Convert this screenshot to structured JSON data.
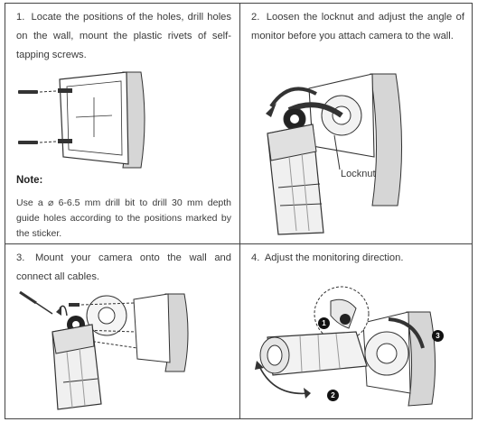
{
  "steps": [
    {
      "number": "1.",
      "text": "Locate the positions of the holes, drill holes on the wall, mount the plastic rivets of self-tapping screws."
    },
    {
      "number": "2.",
      "text": "Loosen the locknut and adjust the angle of monitor before you attach camera to the wall."
    },
    {
      "number": "3.",
      "text": "Mount your camera onto the wall and connect all cables."
    },
    {
      "number": "4.",
      "text": "Adjust the monitoring direction."
    }
  ],
  "note": {
    "title": "Note:",
    "text": "Use a ⌀ 6-6.5 mm drill bit to drill 30 mm depth guide holes according to the positions marked by the sticker."
  },
  "callouts": {
    "locknut": "Locknut"
  },
  "badges": [
    "1",
    "2",
    "3"
  ]
}
